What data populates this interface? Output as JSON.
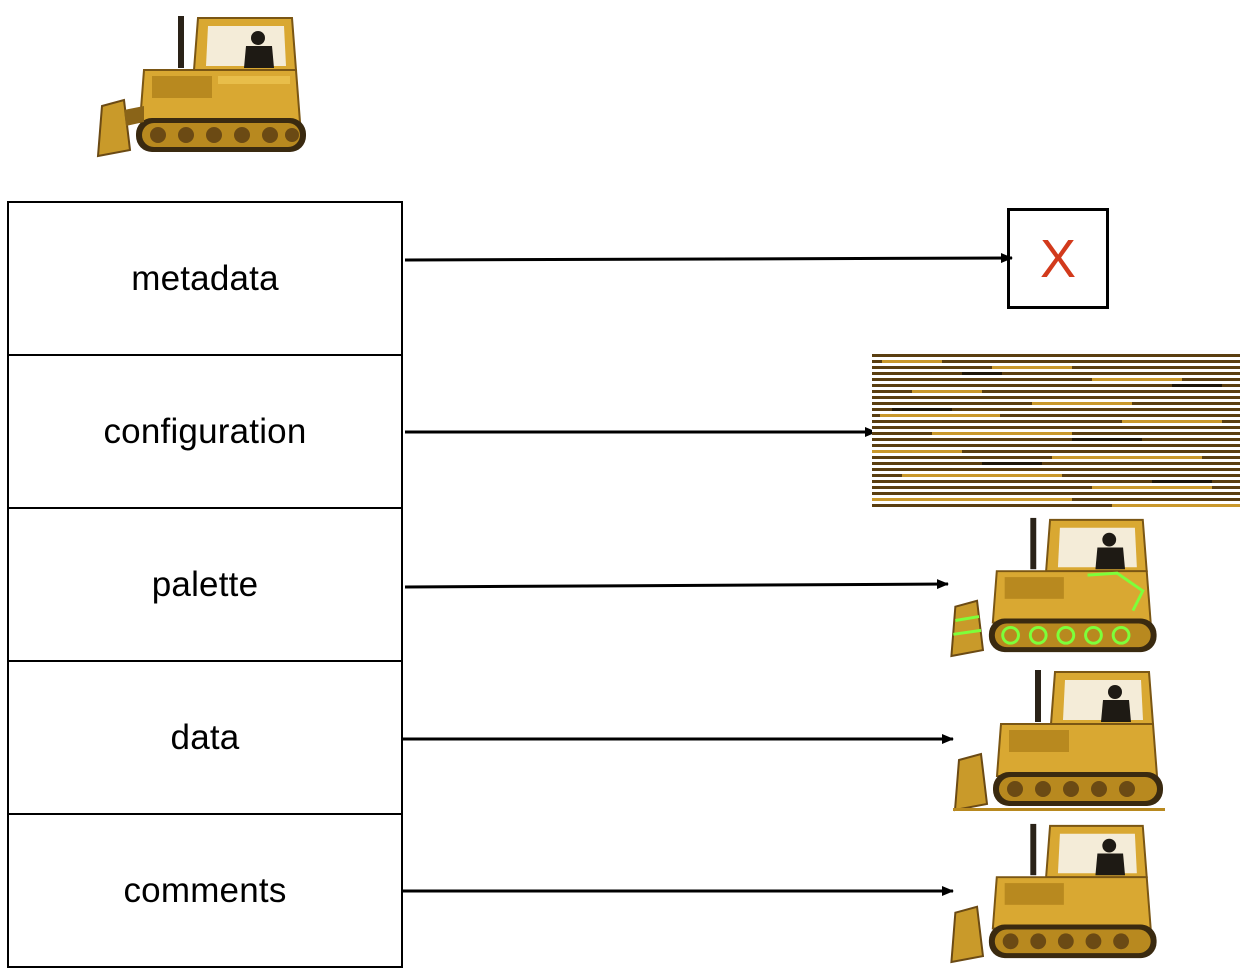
{
  "blocks": [
    {
      "key": "metadata",
      "label": "metadata",
      "target": "broken"
    },
    {
      "key": "configuration",
      "label": "configuration",
      "target": "scrambled"
    },
    {
      "key": "palette",
      "label": "palette",
      "target": "bulldozer-tinted"
    },
    {
      "key": "data",
      "label": "data",
      "target": "bulldozer"
    },
    {
      "key": "comments",
      "label": "comments",
      "target": "bulldozer"
    }
  ],
  "x_mark": "X",
  "icons": {
    "source": "bulldozer-icon",
    "broken": "x-mark-icon",
    "scrambled": "scrambled-image-icon",
    "result": "bulldozer-icon"
  },
  "colors": {
    "x_mark": "#d23a1c",
    "bulldozer_body": "#d9a832",
    "bulldozer_dark": "#6b4a14",
    "palette_tint": "#7dff3a"
  }
}
